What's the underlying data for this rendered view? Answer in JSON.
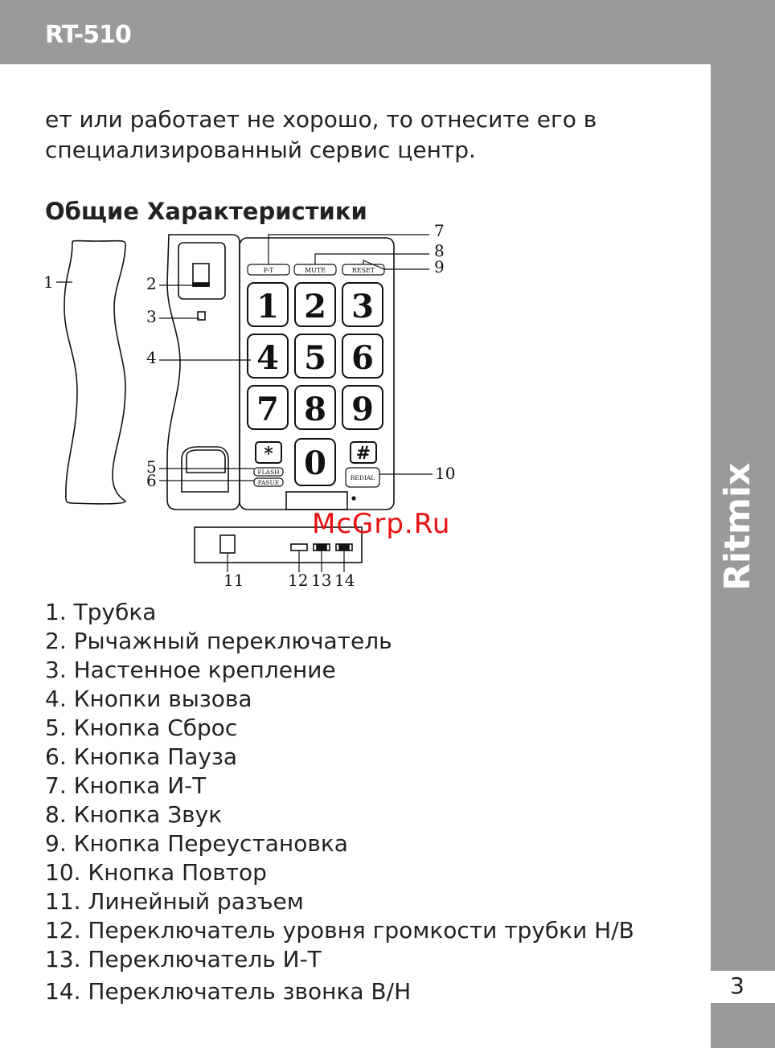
{
  "header": {
    "model": "RT-510"
  },
  "brand": {
    "logo_text": "Ritmix"
  },
  "page": {
    "number": "3"
  },
  "intro": {
    "line1": "ет или  работает не хорошо, то отнесите его в",
    "line2": "специализированный  сервис  центр."
  },
  "section": {
    "title": "Общие  Характеристики"
  },
  "watermark": {
    "text": "McGrp.Ru"
  },
  "diagram": {
    "callouts": [
      "1",
      "2",
      "3",
      "4",
      "5",
      "6",
      "7",
      "8",
      "9",
      "10",
      "11",
      "12",
      "13",
      "14"
    ],
    "buttons": {
      "pt": "P-T",
      "mute": "MUTE",
      "reset": "RESET",
      "flash": "FLASH",
      "pause": "PASUE",
      "redial": "REDIAL"
    },
    "keys": [
      "1",
      "2",
      "3",
      "4",
      "5",
      "6",
      "7",
      "8",
      "9",
      "*",
      "0",
      "#"
    ]
  },
  "legend": [
    "1. Трубка",
    "2. Рычажный переключатель",
    "3. Настенное крепление",
    "4. Кнопки  вызова",
    "5. Кнопка  Сброс",
    "6. Кнопка  Пауза",
    "7. Кнопка  И-Т",
    "8. Кнопка  Звук",
    "9. Кнопка  Переустановка",
    "10. Кнопка  Повтор",
    "11. Линейный  разъем",
    "12. Переключатель  уровня  громкости  трубки  Н/В",
    "13. Переключатель  И-Т",
    "14. Переключатель  звонка  В/Н"
  ],
  "colors": {
    "band": "#9a9a9a",
    "watermark": "#e81010"
  }
}
